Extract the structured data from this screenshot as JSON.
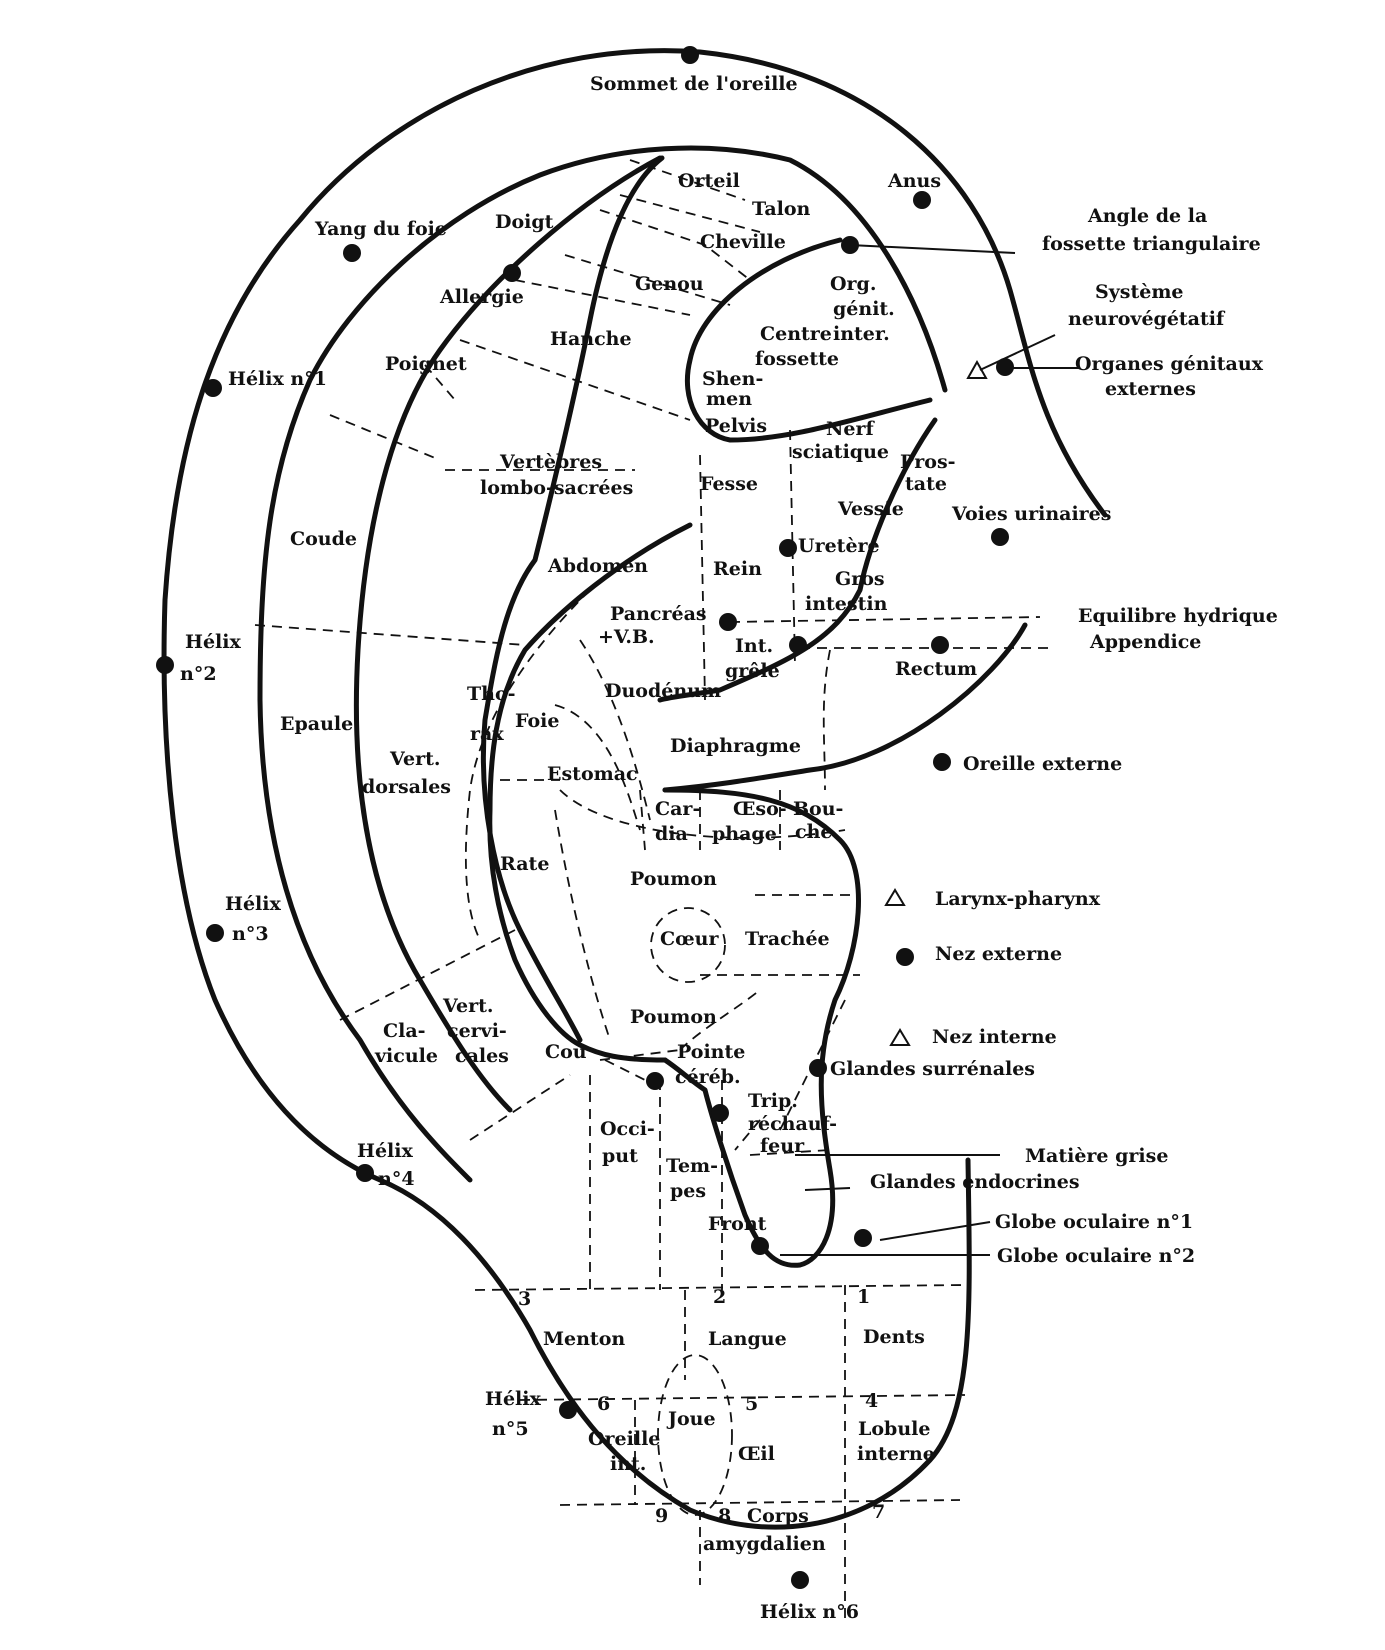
{
  "labels": {
    "sommet": "Sommet de l'oreille",
    "orteil": "Orteil",
    "anus": "Anus",
    "talon": "Talon",
    "angle_1": "Angle de la",
    "angle_2": "fossette triangulaire",
    "doigt": "Doigt",
    "cheville": "Cheville",
    "yang_du_foie": "Yang du foie",
    "genou": "Genou",
    "org_1": "Org.",
    "org_2": "génit.",
    "org_3": "inter.",
    "systeme_1": "Système",
    "systeme_2": "neurovégétatif",
    "allergie": "Allergie",
    "hanche": "Hanche",
    "centre_1": "Centre",
    "centre_2": "fossette",
    "organes_gen_1": "Organes génitaux",
    "organes_gen_2": "externes",
    "poignet": "Poignet",
    "helix1": "Hélix n°1",
    "shenmen_1": "Shen-",
    "shenmen_2": "men",
    "pelvis": "Pelvis",
    "nerf_1": "Nerf",
    "nerf_2": "sciatique",
    "vertebres_1": "Vertèbres",
    "vertebres_2": "lombo-sacrées",
    "fesse": "Fesse",
    "prostate_1": "Pros-",
    "prostate_2": "tate",
    "vessie": "Vessie",
    "voies_urinaires": "Voies urinaires",
    "coude": "Coude",
    "abdomen": "Abdomen",
    "rein": "Rein",
    "uretere": "Uretère",
    "gros_1": "Gros",
    "gros_2": "intestin",
    "pancreas_1": "Pancréas",
    "pancreas_2": "+V.B.",
    "equilibre": "Equilibre hydrique",
    "helix2_1": "Hélix",
    "helix2_2": "n°2",
    "int_1": "Int.",
    "int_2": "grêle",
    "rectum": "Rectum",
    "appendice": "Appendice",
    "duodenum": "Duodénum",
    "thorax_1": "Tho-",
    "thorax_2": "rax",
    "foie": "Foie",
    "epaule": "Epaule",
    "diaphragme": "Diaphragme",
    "vert_1": "Vert.",
    "vert_2": "dorsales",
    "estomac": "Estomac",
    "oreille_externe": "Oreille externe",
    "cardia_1": "Car-",
    "cardia_2": "dia",
    "oeso_1": "Œso-",
    "oeso_2": "phage",
    "bouche_1": "Bou-",
    "bouche_2": "che",
    "rate": "Rate",
    "poumon1": "Poumon",
    "larynx": "Larynx-pharynx",
    "helix3_1": "Hélix",
    "helix3_2": "n°3",
    "coeur": "Cœur",
    "trachee": "Trachée",
    "nez_externe": "Nez externe",
    "vertc_1": "Vert.",
    "vertc_2": "cervi-",
    "vertc_3": "cales",
    "poumon2": "Poumon",
    "clavicule_1": "Cla-",
    "clavicule_2": "vicule",
    "nez_interne": "Nez interne",
    "pointe_1": "Pointe",
    "pointe_2": "céréb.",
    "cou": "Cou",
    "glandes_surr": "Glandes surrénales",
    "occiput_1": "Occi-",
    "occiput_2": "put",
    "trip_1": "Trip.",
    "trip_2": "réchauf-",
    "trip_3": "feur",
    "helix4_1": "Hélix",
    "helix4_2": "n°4",
    "matiere_grise": "Matière grise",
    "tempes_1": "Tem-",
    "tempes_2": "pes",
    "glandes_endo": "Glandes endocrines",
    "globe1": "Globe oculaire n°1",
    "front": "Front",
    "globe2": "Globe oculaire n°2",
    "n3": "3",
    "n2": "2",
    "n1": "1",
    "menton": "Menton",
    "langue": "Langue",
    "dents": "Dents",
    "helix5_1": "Hélix",
    "helix5_2": "n°5",
    "n6": "6",
    "n5": "5",
    "n4": "4",
    "joue": "Joue",
    "oreille_int_1": "Oreille",
    "oreille_int_2": "int.",
    "oeil": "Œil",
    "lobule_1": "Lobule",
    "lobule_2": "interne",
    "n9": "9",
    "n8": "8",
    "corps_1": "Corps",
    "corps_2": "amygdalien",
    "n7": "7",
    "helix6": "Hélix n°6"
  }
}
